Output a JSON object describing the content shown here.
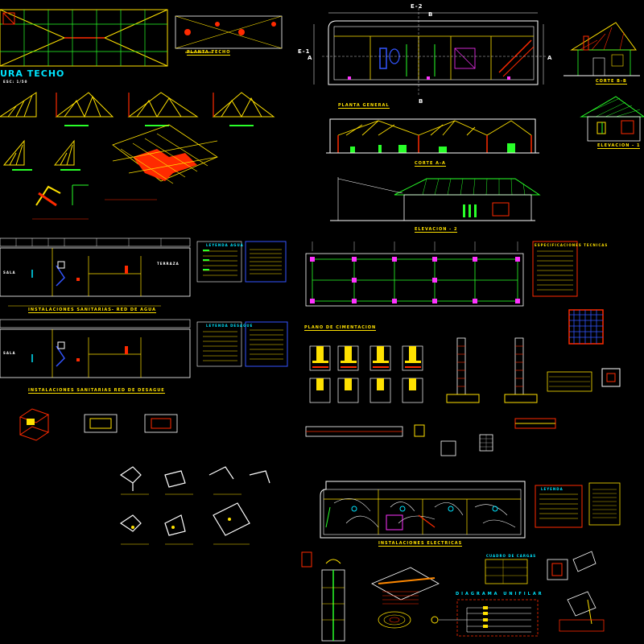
{
  "colors": {
    "background": "#000000",
    "cyan": "#00e5ff",
    "yellow": "#ffe100",
    "red": "#ff2a00",
    "green": "#29ff29",
    "magenta": "#ff33ff",
    "white": "#ffffff",
    "blue": "#3355ff",
    "orange": "#ff8800"
  },
  "labels": {
    "roof_structure": "URA TECHO",
    "roof_structure_scale": "ESC: 1/50",
    "ridge_plan": "PLANTA TECHO",
    "axis_e2": "E-2",
    "axis_b_top": "B",
    "axis_b_bottom": "B",
    "axis_e1": "E-1",
    "axis_a_left": "A",
    "axis_a_right": "A",
    "plan_general": "PLANTA GENERAL",
    "section_aa": "CORTE A-A",
    "elevation_2": "ELEVACION - 2",
    "elevation_1": "ELEVACION - 1",
    "section_bb": "CORTE B-B",
    "san_water": "INSTALACIONES SANITARIAS- RED DE AGUA",
    "san_drain": "INSTALACIONES SANITARIAS RED DE DESAGUE",
    "legend_water": "LEYENDA AGUA",
    "legend_drain": "LEYENDA DESAGUE",
    "foundation_plan": "PLANO DE CIMENTACION",
    "electrical": "INSTALACIONES ELECTRICAS",
    "single_line": "DIAGRAMA UNIFILAR",
    "load_table": "CUADRO DE CARGAS",
    "legend_elec": "LEYENDA",
    "room_sala_1": "SALA",
    "room_sala_2": "SALA",
    "room_terraza": "TERRAZA",
    "spec_title": "ESPECIFICACIONES TECNICAS"
  }
}
